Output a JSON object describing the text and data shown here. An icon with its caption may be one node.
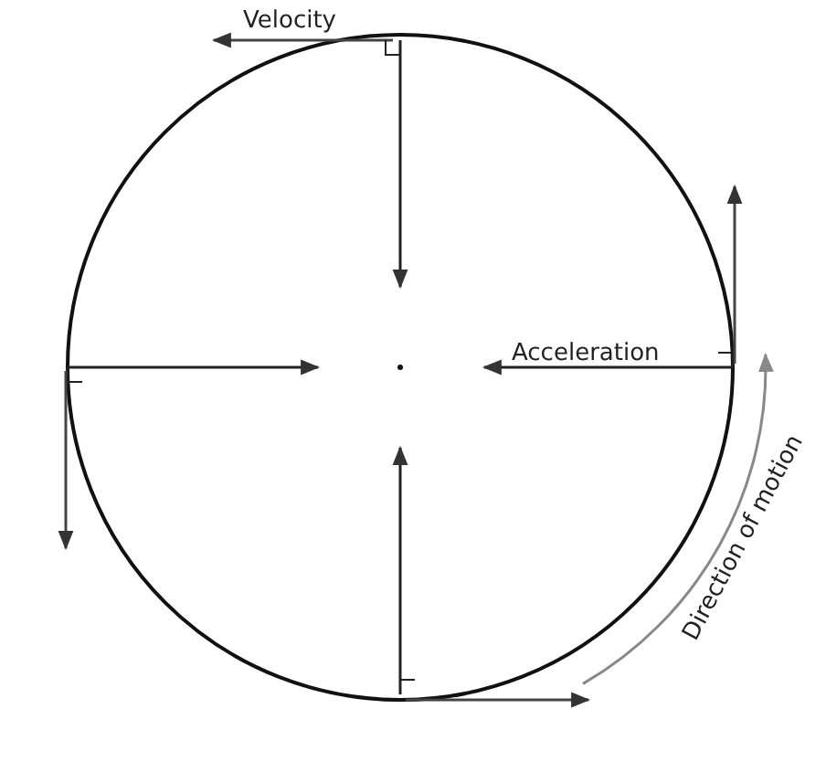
{
  "diagram": {
    "labels": [
      "Velocity",
      "Acceleration",
      "Direction of motion"
    ]
  }
}
